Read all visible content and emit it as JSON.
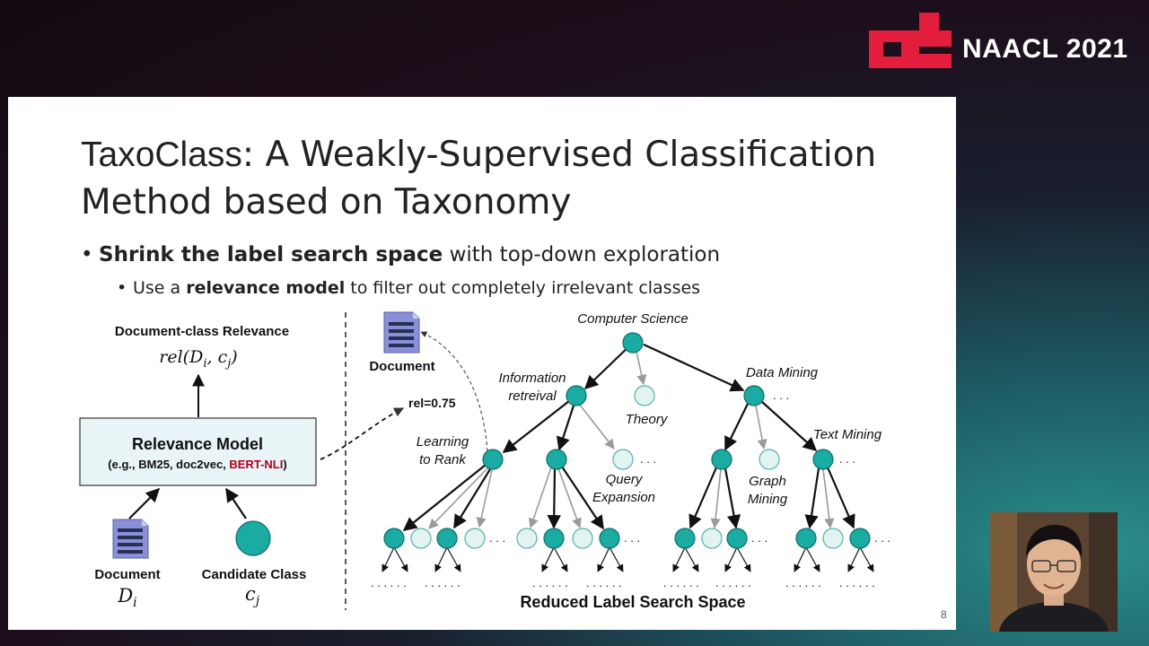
{
  "header": {
    "conference": "NAACL 2021",
    "logo_color": "#e31d3c"
  },
  "slide": {
    "title_brand": "TaxoClass",
    "title_rest": ": A Weakly-Supervised Classification Method based on Taxonomy",
    "bullet1_bold": "Shrink the label search space",
    "bullet1_rest": " with top-down exploration",
    "bullet2_pre": "Use a ",
    "bullet2_bold": "relevance model",
    "bullet2_rest": " to filter out completely irrelevant classes",
    "page_number": "8"
  },
  "diagram": {
    "rel_header": "Document-class Relevance",
    "rel_formula": "rel(D",
    "rel_formula_sub1": "i",
    "rel_formula_mid": ", c",
    "rel_formula_sub2": "j",
    "rel_formula_end": ")",
    "model_title": "Relevance Model",
    "model_sub_pre": "(e.g., BM25, doc2vec, ",
    "model_sub_highlight": "BERT-NLI",
    "model_sub_post": ")",
    "highlight_color": "#b00020",
    "doc_label": "Document",
    "doc_symbol": "D",
    "doc_symbol_sub": "i",
    "class_label": "Candidate Class",
    "class_symbol": "c",
    "class_symbol_sub": "j",
    "tree_doc_label": "Document",
    "rel_value": "rel=0.75",
    "node_color": "#1aaba3",
    "light_node_color": "#e2f4f2",
    "labels": {
      "root": "Computer Science",
      "ir_line1": "Information",
      "ir_line2": "retreival",
      "theory": "Theory",
      "dm": "Data Mining",
      "ltr_line1": "Learning",
      "ltr_line2": "to Rank",
      "qe_line1": "Query",
      "qe_line2": "Expansion",
      "gm_line1": "Graph",
      "gm_line2": "Mining",
      "tm": "Text Mining"
    },
    "ellipsis": ". . .",
    "leaf_ellipsis": ". . .   . . .",
    "footer": "Reduced Label Search Space"
  }
}
